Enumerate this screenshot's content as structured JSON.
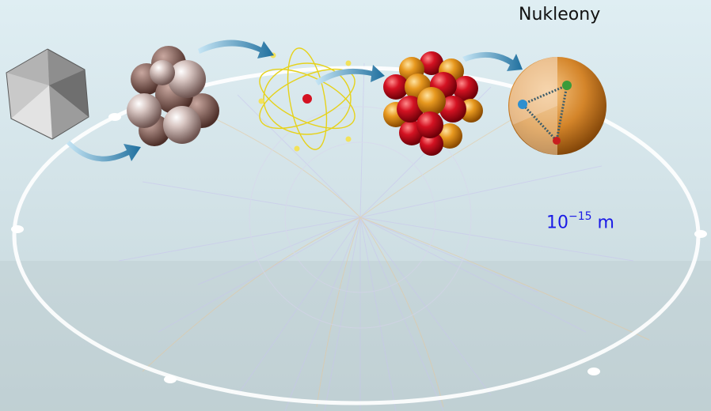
{
  "heading": "Nukleony",
  "scale_label": {
    "base": "10",
    "exponent": "−15",
    "unit": "m"
  },
  "colors": {
    "scale_label": "#1a1ae6",
    "arrow": "#2a7fb0",
    "nucleus_red": "#c0101e",
    "nucleus_orange": "#e3951f",
    "orbit": "#e6d21a",
    "molecule_atom": "#b49a96",
    "nucleon_shell": "#d98a2b"
  },
  "icons": [
    "crystal-icon",
    "molecule-icon",
    "atom-icon",
    "nucleus-icon",
    "nucleon-icon",
    "arrow-icon"
  ]
}
